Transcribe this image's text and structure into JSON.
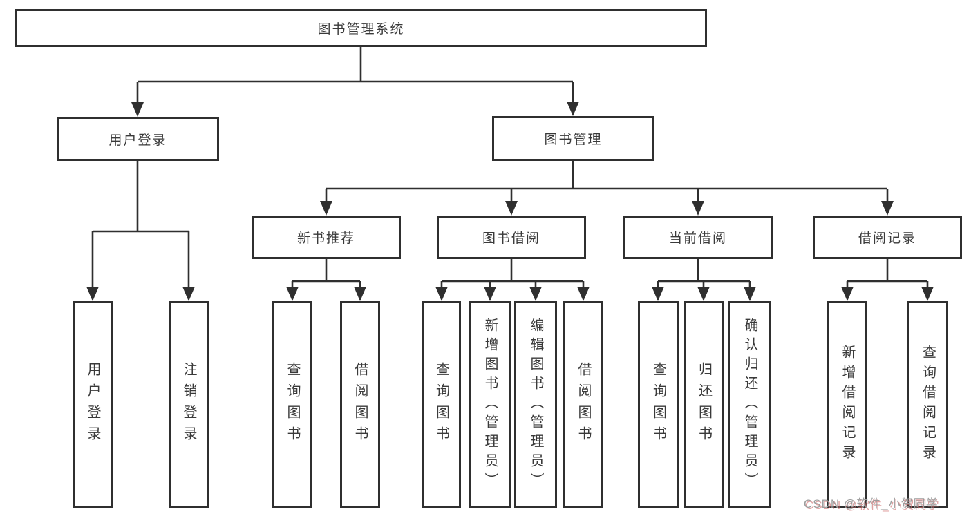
{
  "diagram": {
    "title": "图书管理系统",
    "root": {
      "label": "图书管理系统"
    },
    "level2": [
      {
        "label": "用户登录"
      },
      {
        "label": "图书管理"
      }
    ],
    "level3": [
      {
        "label": "新书推荐"
      },
      {
        "label": "图书借阅"
      },
      {
        "label": "当前借阅"
      },
      {
        "label": "借阅记录"
      }
    ],
    "leaves": {
      "user_login": [
        "用户登录",
        "注销登录"
      ],
      "new_book": [
        "查询图书",
        "借阅图书"
      ],
      "book_borrow": [
        "查询图书",
        "新增图书（管理员）",
        "编辑图书（管理员）",
        "借阅图书"
      ],
      "current_borrow": [
        "查询图书",
        "归还图书",
        "确认归还（管理员）"
      ],
      "borrow_record": [
        "新增借阅记录",
        "查询借阅记录"
      ]
    }
  },
  "watermark": {
    "text": "CSDN @软件_小贺同学"
  },
  "colors": {
    "line": "#2f2f2f",
    "text": "#3a3a3a",
    "background": "#ffffff",
    "watermark_gray": "#9c9c9c",
    "watermark_shadow": "#cf6f6f"
  }
}
